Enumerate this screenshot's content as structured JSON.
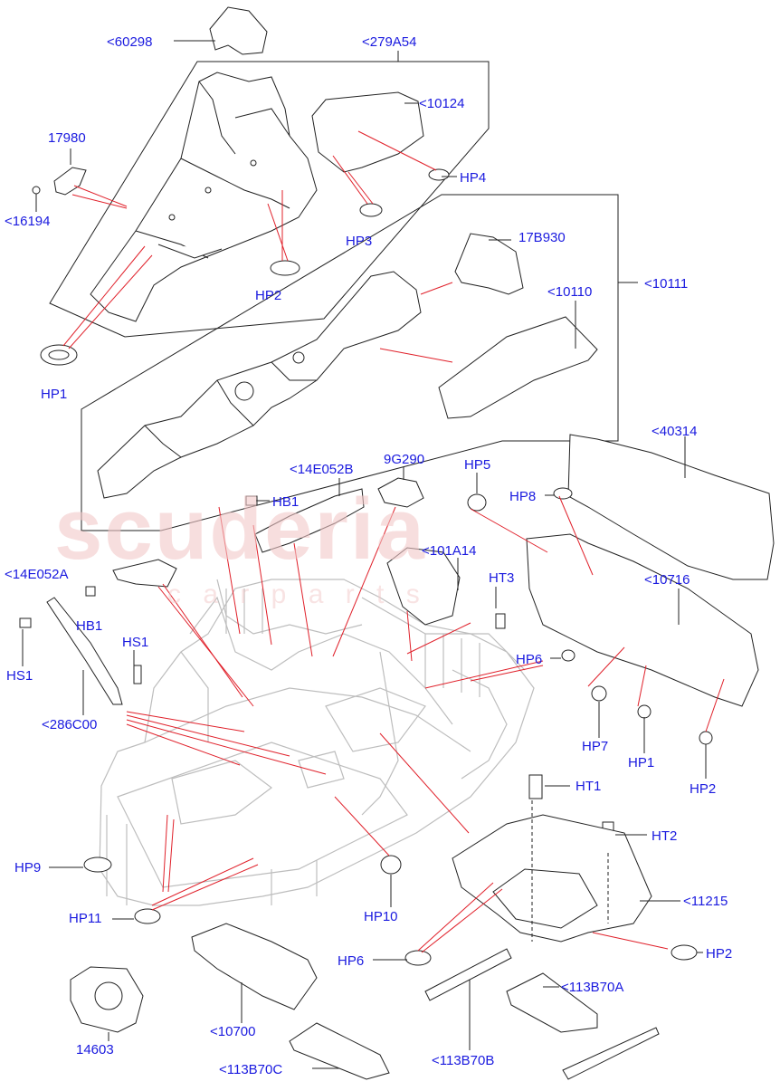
{
  "watermark": {
    "brand": "scuderia",
    "sub": "c a r   p a r t s"
  },
  "labels": {
    "l60298": "<60298",
    "l279A54": "<279A54",
    "l10124": "<10124",
    "l17980": "17980",
    "l16194": "<16194",
    "lHP4": "HP4",
    "lHP3": "HP3",
    "lHP2a": "HP2",
    "lHP1a": "HP1",
    "l17B930": "17B930",
    "l10110": "<10110",
    "l10111": "<10111",
    "l40314": "<40314",
    "l14E052B": "<14E052B",
    "l9G290": "9G290",
    "lHP5": "HP5",
    "lHP8": "HP8",
    "lHB1a": "HB1",
    "l101A14": "<101A14",
    "l14E052A": "<14E052A",
    "lHB1b": "HB1",
    "lHT3": "HT3",
    "l10716": "<10716",
    "lHS1a": "HS1",
    "lHS1b": "HS1",
    "lHP6a": "HP6",
    "l286C00": "<286C00",
    "lHP7": "HP7",
    "lHP1b": "HP1",
    "lHP2b": "HP2",
    "lHT1": "HT1",
    "lHT2": "HT2",
    "lHP9": "HP9",
    "lHP10": "HP10",
    "l11215": "<11215",
    "lHP11": "HP11",
    "lHP6b": "HP6",
    "lHP2c": "HP2",
    "l113B70A": "<113B70A",
    "l10700": "<10700",
    "l14603": "14603",
    "l113B70C": "<113B70C",
    "l113B70B": "<113B70B"
  },
  "colors": {
    "label": "#1a1adf",
    "callout": "#e0202a",
    "line": "#222222",
    "ghost": "#b8b8b8"
  }
}
